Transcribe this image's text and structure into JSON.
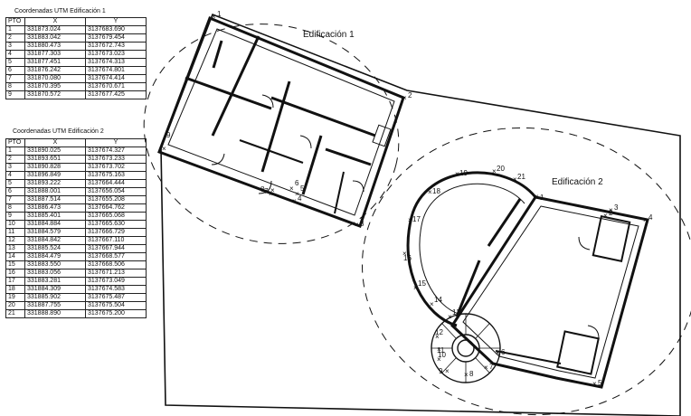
{
  "table1": {
    "title": "Coordenadas UTM Edificación 1",
    "headers": [
      "PTO",
      "X",
      "Y"
    ],
    "rows": [
      [
        "1",
        "331873.024",
        "3137683.690"
      ],
      [
        "2",
        "331883.042",
        "3137679.454"
      ],
      [
        "3",
        "331880.473",
        "3137672.743"
      ],
      [
        "4",
        "331877.303",
        "3137673.023"
      ],
      [
        "5",
        "331877.451",
        "3137674.313"
      ],
      [
        "6",
        "331876.242",
        "3137674.801"
      ],
      [
        "7",
        "331870.080",
        "3137674.414"
      ],
      [
        "8",
        "331870.395",
        "3137670.671"
      ],
      [
        "9",
        "331870.572",
        "3137677.425"
      ]
    ]
  },
  "table2": {
    "title": "Coordenadas UTM Edificación 2",
    "headers": [
      "PTO",
      "X",
      "Y"
    ],
    "rows": [
      [
        "1",
        "331890.025",
        "3137674.327"
      ],
      [
        "2",
        "331893.651",
        "3137673.233"
      ],
      [
        "3",
        "331890.828",
        "3137673.702"
      ],
      [
        "4",
        "331896.849",
        "3137675.163"
      ],
      [
        "5",
        "331893.222",
        "3137664.444"
      ],
      [
        "6",
        "331888.001",
        "3137656.054"
      ],
      [
        "7",
        "331887.514",
        "3137655.208"
      ],
      [
        "8",
        "331886.473",
        "3137664.762"
      ],
      [
        "9",
        "331885.401",
        "3137665.068"
      ],
      [
        "10",
        "331884.884",
        "3137665.630"
      ],
      [
        "11",
        "331884.579",
        "3137666.729"
      ],
      [
        "12",
        "331884.842",
        "3137667.110"
      ],
      [
        "13",
        "331885.524",
        "3137667.944"
      ],
      [
        "14",
        "331884.479",
        "3137668.577"
      ],
      [
        "15",
        "331883.550",
        "3137668.506"
      ],
      [
        "16",
        "331883.056",
        "3137671.213"
      ],
      [
        "17",
        "331883.281",
        "3137673.049"
      ],
      [
        "18",
        "331884.309",
        "3137674.583"
      ],
      [
        "19",
        "331885.902",
        "3137675.487"
      ],
      [
        "20",
        "331887.755",
        "3137675.504"
      ],
      [
        "21",
        "331888.890",
        "3137675.200"
      ]
    ]
  },
  "plan": {
    "building1_label": "Edificación 1",
    "building2_label": "Edificación 2",
    "points_b1": [
      "1",
      "2",
      "3",
      "4",
      "5",
      "6",
      "7",
      "8",
      "9"
    ],
    "points_b2": [
      "1",
      "2",
      "3",
      "4",
      "5",
      "6",
      "7",
      "8",
      "9",
      "10",
      "11",
      "12",
      "13",
      "14",
      "15",
      "16",
      "17",
      "18",
      "19",
      "20",
      "21"
    ]
  }
}
